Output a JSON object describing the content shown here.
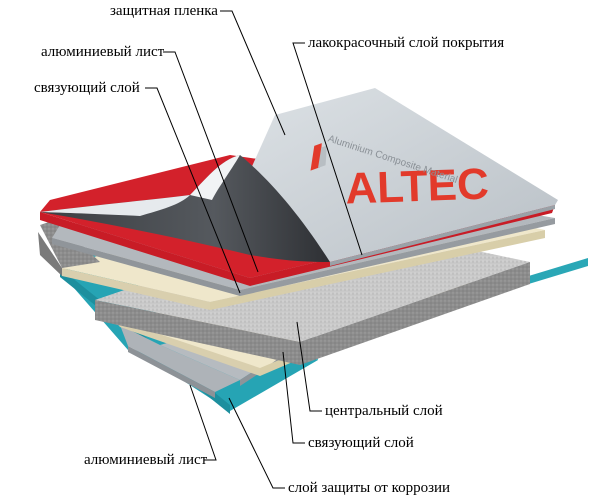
{
  "labels": {
    "protective_film": "защитная пленка",
    "paint_coating": "лакокрасочный слой покрытия",
    "aluminum_top": "алюминиевый лист",
    "bonding_top": "связующий слой",
    "core": "центральный слой",
    "bonding_bottom": "связующий слой",
    "aluminum_bottom": "алюминиевый лист",
    "corrosion": "слой защиты от коррозии"
  },
  "brand": {
    "logo": "ALTEC",
    "tagline": "Aluminium Composite Material"
  },
  "colors": {
    "film": "#c7cdd2",
    "red": "#d3212b",
    "aluminum": "#aeb3b8",
    "bonding": "#eee6c9",
    "core": "#8f8f8f",
    "cyan": "#26a4b4",
    "logo_red": "#e23a2b"
  }
}
